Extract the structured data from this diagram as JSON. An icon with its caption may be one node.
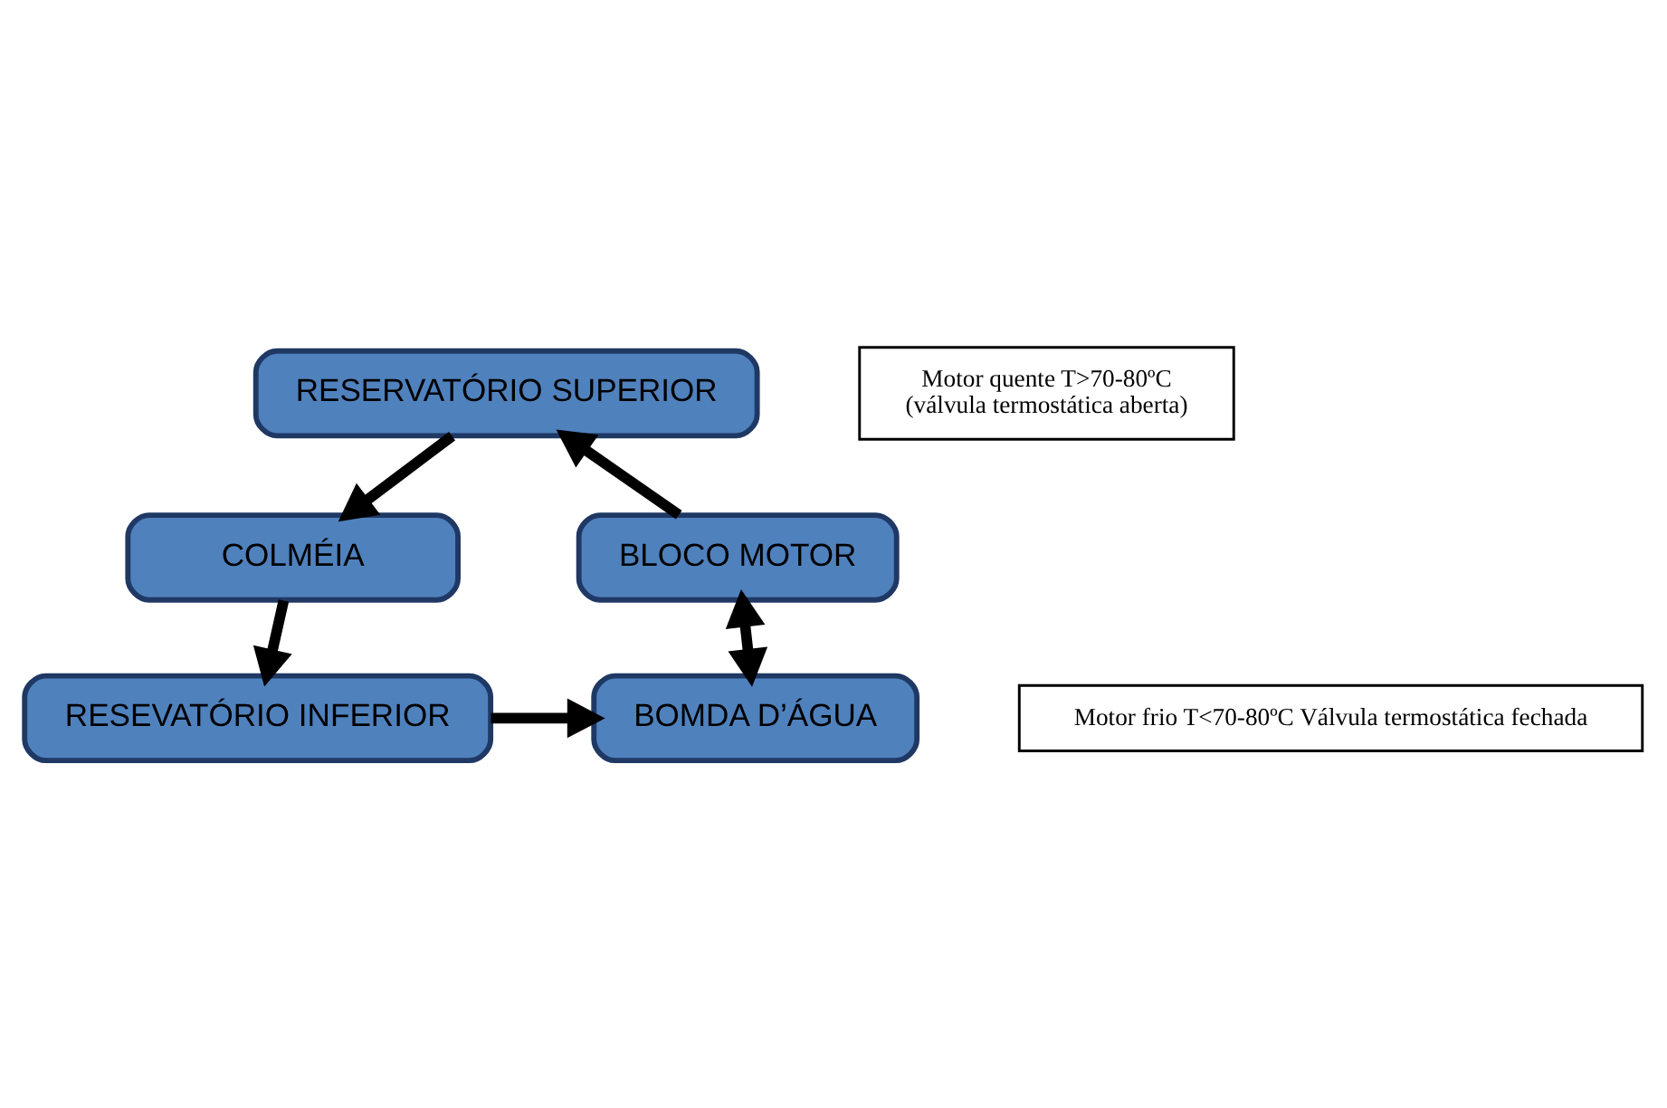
{
  "diagram": {
    "nodes": [
      {
        "text": [
          "RESERVATÓRIO SUPERIOR"
        ]
      },
      {
        "text": [
          "COLMÉIA"
        ]
      },
      {
        "text": [
          "RESEVATÓRIO INFERIOR"
        ]
      },
      {
        "text": [
          "BOMDA D’ÁGUA"
        ]
      },
      {
        "text": [
          "BLOCO MOTOR"
        ]
      },
      {
        "text": [
          "Motor quente T>70-80ºC",
          "(válvula termostática aberta)"
        ]
      },
      {
        "text": [
          "Motor frio T<70-80ºC Válvula termostática fechada"
        ]
      }
    ],
    "edges": [
      {
        "from": 0,
        "to": 1,
        "arrow": "to"
      },
      {
        "from": 1,
        "to": 2,
        "arrow": "to"
      },
      {
        "from": 2,
        "to": 3,
        "arrow": "to"
      },
      {
        "from": 3,
        "to": 4,
        "arrow": "both"
      },
      {
        "from": 4,
        "to": 0,
        "arrow": "to"
      }
    ]
  }
}
